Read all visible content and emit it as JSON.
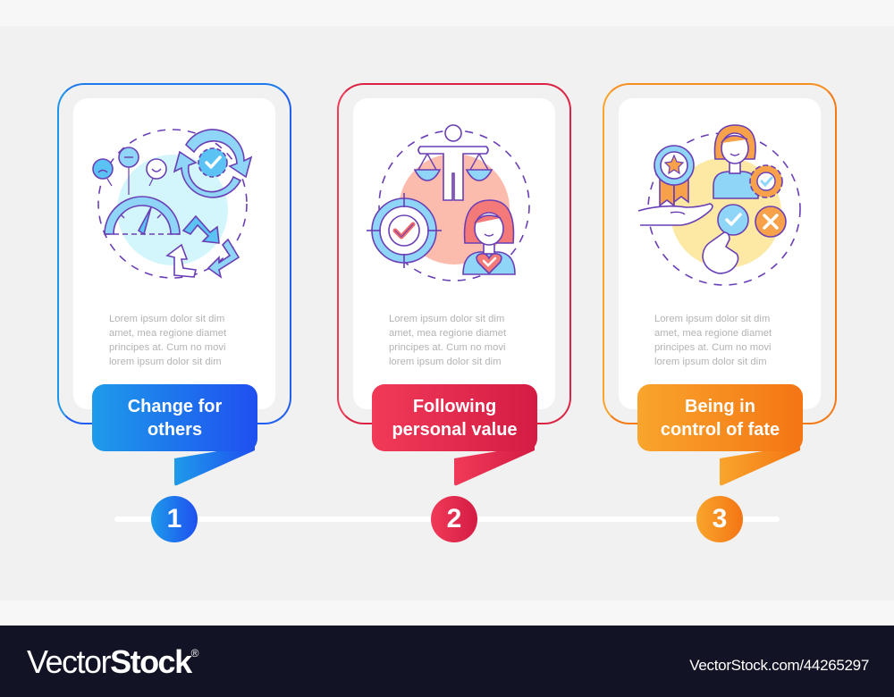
{
  "steps": [
    {
      "number": "1",
      "title": "Change for\nothers",
      "body": "Lorem ipsum dolor sit dim\namet, mea regione diamet\nprincipes at. Cum no movi\nlorem ipsum dolor sit dim",
      "icon": "customer-satisfaction-recycle-icon",
      "colors": {
        "start": "#1e9bea",
        "end": "#1f4ff0"
      }
    },
    {
      "number": "2",
      "title": "Following\npersonal value",
      "body": "Lorem ipsum dolor sit dim\namet, mea regione diamet\nprincipes at. Cum no movi\nlorem ipsum dolor sit dim",
      "icon": "personal-values-balance-icon",
      "colors": {
        "start": "#f13a58",
        "end": "#d41c44"
      }
    },
    {
      "number": "3",
      "title": "Being in\ncontrol of fate",
      "body": "Lorem ipsum dolor sit dim\namet, mea regione diamet\nprincipes at. Cum no movi\nlorem ipsum dolor sit dim",
      "icon": "decision-control-icon",
      "colors": {
        "start": "#f9a52c",
        "end": "#f47514"
      }
    }
  ],
  "footer": {
    "brand_light": "Vector",
    "brand_bold": "Stock",
    "brand_mark": "®",
    "url": "VectorStock.com/44265297"
  },
  "palette": {
    "canvas": "#f1f1f1",
    "card": "#ffffff",
    "body_text": "#b3b3b3",
    "outline": "#6a3fb5",
    "footer_bg": "#121324"
  }
}
